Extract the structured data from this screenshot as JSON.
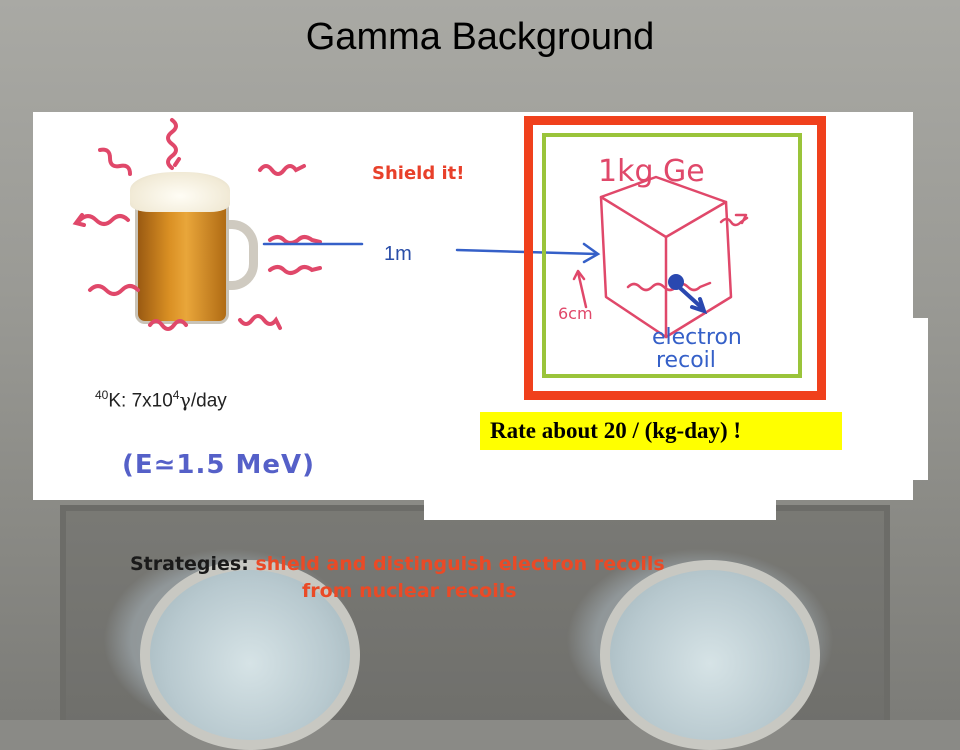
{
  "slide": {
    "title": "Gamma Background",
    "shield_label": "Shield it!",
    "distance_label": "1m",
    "source_isotope_mass": "40",
    "source_isotope_symbol": "K: 7x10",
    "source_rate_exponent": "4",
    "source_rate_gamma": "γ",
    "source_rate_unit": "/day",
    "energy_label": "(E≃1.5 MeV)",
    "rate_label": "Rate about 20 / (kg-day) !",
    "detector": {
      "label": "1kg Ge",
      "size_label": "6cm",
      "recoil_label_1": "electron",
      "recoil_label_2": "recoil"
    },
    "strategies_lead": "Strategies:",
    "strategies_text_1": "shield and distinguish electron recoils",
    "strategies_text_2": "from nuclear recoils"
  },
  "colors": {
    "outer_frame": "#f0401c",
    "inner_frame": "#9ac43a",
    "highlight": "#ffff00",
    "accent_text": "#e8402a",
    "handwriting_blue": "#3560c8",
    "handwriting_pink": "#e0486a"
  },
  "icons": [
    "beer-mug-icon",
    "gamma-wave-icon",
    "germanium-cube-icon"
  ]
}
